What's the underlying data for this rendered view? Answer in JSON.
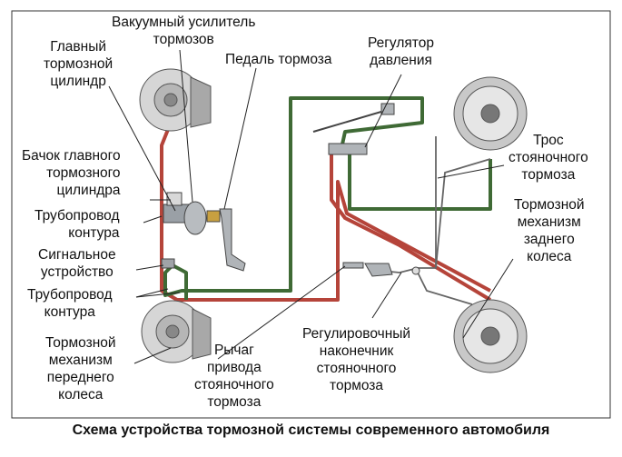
{
  "labels": {
    "vacuum_booster": "Вакуумный усилитель\nтормозов",
    "master_cylinder": "Главный\nтормозной\nцилиндр",
    "brake_pedal": "Педаль тормоза",
    "pressure_regulator": "Регулятор\nдавления",
    "reservoir": "Бачок главного\nтормозного\nцилиндра",
    "pipeline_1": "Трубопровод\nконтура",
    "signal_device": "Сигнальное\nустройство",
    "pipeline_2": "Трубопровод\nконтура",
    "front_brake": "Тормозной\nмеханизм\nпереднего\nколеса",
    "parking_lever": "Рычаг\nпривода\nстояночного\nтормоза",
    "adjusting_tip": "Регулировочный\nнаконечник\nстояночного\nтормоза",
    "parking_cable": "Трос\nстояночного\nтормоза",
    "rear_brake": "Тормозной\nмеханизм\nзаднего\nколеса"
  },
  "caption": "Схема устройства тормозной системы современного автомобиля",
  "colors": {
    "circuit_red": "#b5443a",
    "circuit_green": "#3f6a35",
    "metal": "#9aa0a6",
    "frame": "#333333"
  }
}
